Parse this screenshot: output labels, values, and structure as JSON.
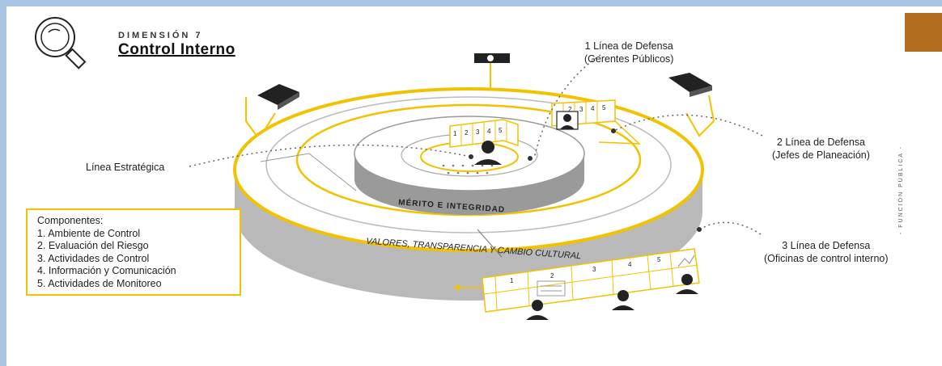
{
  "header": {
    "dimension_label": "DIMENSIÓN 7",
    "title": "Control Interno"
  },
  "labels": {
    "linea1": [
      "1 Línea de Defensa",
      "(Gerentes Públicos)"
    ],
    "linea2": [
      "2 Línea de Defensa",
      "(Jefes de Planeación)"
    ],
    "linea3": [
      "3 Línea de Defensa",
      "(Oficinas de control interno)"
    ],
    "estrategica": "Línea Estratégica",
    "merito": "MÉRITO   E   INTEGRIDAD",
    "valores": "VALORES, TRANSPARENCIA Y CAMBIO CULTURAL",
    "funcion_publica": "- FUNCIÓN PÚBLICA -"
  },
  "componentes": {
    "title": "Componentes:",
    "items": [
      "1. Ambiente de Control",
      "2. Evaluación del Riesgo",
      "3. Actividades de Control",
      "4. Información y Comunicación",
      "5. Actividades de Monitoreo"
    ]
  },
  "panel_numbers": [
    "1",
    "2",
    "3",
    "4",
    "5"
  ],
  "colors": {
    "accent": "#f2c200",
    "border": "#a9c4e4",
    "bronze": "#b26d1f",
    "gray": "#b9b9b9"
  }
}
